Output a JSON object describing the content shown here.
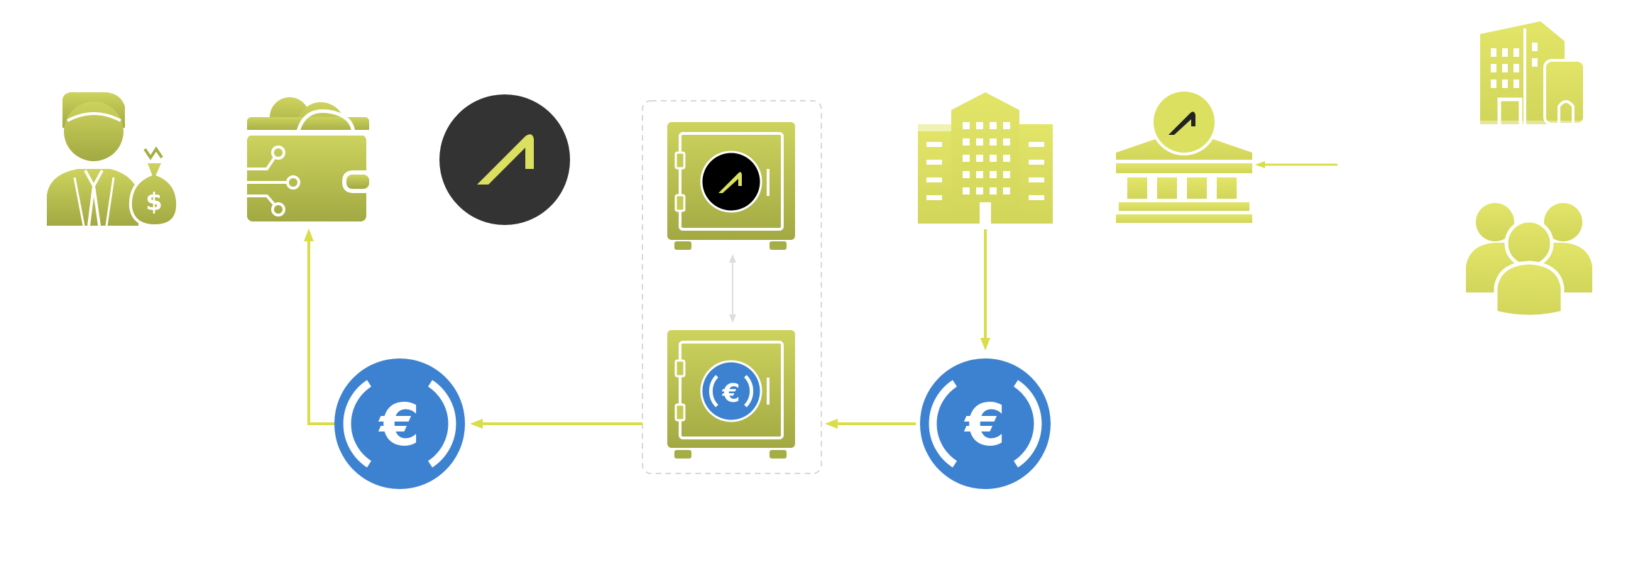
{
  "diagram": {
    "nodes": [
      {
        "id": "investor",
        "icon": "investor-with-money-bag-icon"
      },
      {
        "id": "wallet",
        "icon": "digital-wallet-icon"
      },
      {
        "id": "platform",
        "icon": "platform-logo-icon"
      },
      {
        "id": "token-vault",
        "icon": "vault-with-platform-token-icon"
      },
      {
        "id": "euro-vault",
        "icon": "vault-with-euro-coin-icon"
      },
      {
        "id": "office",
        "icon": "office-building-icon"
      },
      {
        "id": "central-bank",
        "icon": "bank-with-platform-logo-icon"
      },
      {
        "id": "corporate",
        "icon": "corporate-building-icon"
      },
      {
        "id": "users",
        "icon": "user-group-icon"
      },
      {
        "id": "euro-coin-left",
        "icon": "euro-stablecoin-icon"
      },
      {
        "id": "euro-coin-right",
        "icon": "euro-stablecoin-icon"
      }
    ],
    "edges": [
      {
        "from": "euro-coin-left",
        "to": "wallet"
      },
      {
        "from": "euro-vault",
        "to": "euro-coin-left"
      },
      {
        "from": "euro-coin-right",
        "to": "euro-vault"
      },
      {
        "from": "office",
        "to": "euro-coin-right"
      },
      {
        "from": "corporate-side",
        "to": "central-bank"
      },
      {
        "from": "token-vault",
        "to": "euro-vault",
        "bidirectional": true
      }
    ],
    "colors": {
      "accent": "#dbe060",
      "icon_dark": "#a5ae44",
      "icon_light": "#c4ca57",
      "euro_blue": "#3c82d0",
      "logo_bg": "#333333",
      "arrow": "#dadd4a",
      "vault_link": "#dddddd",
      "group_border": "#d8d8d8"
    }
  }
}
